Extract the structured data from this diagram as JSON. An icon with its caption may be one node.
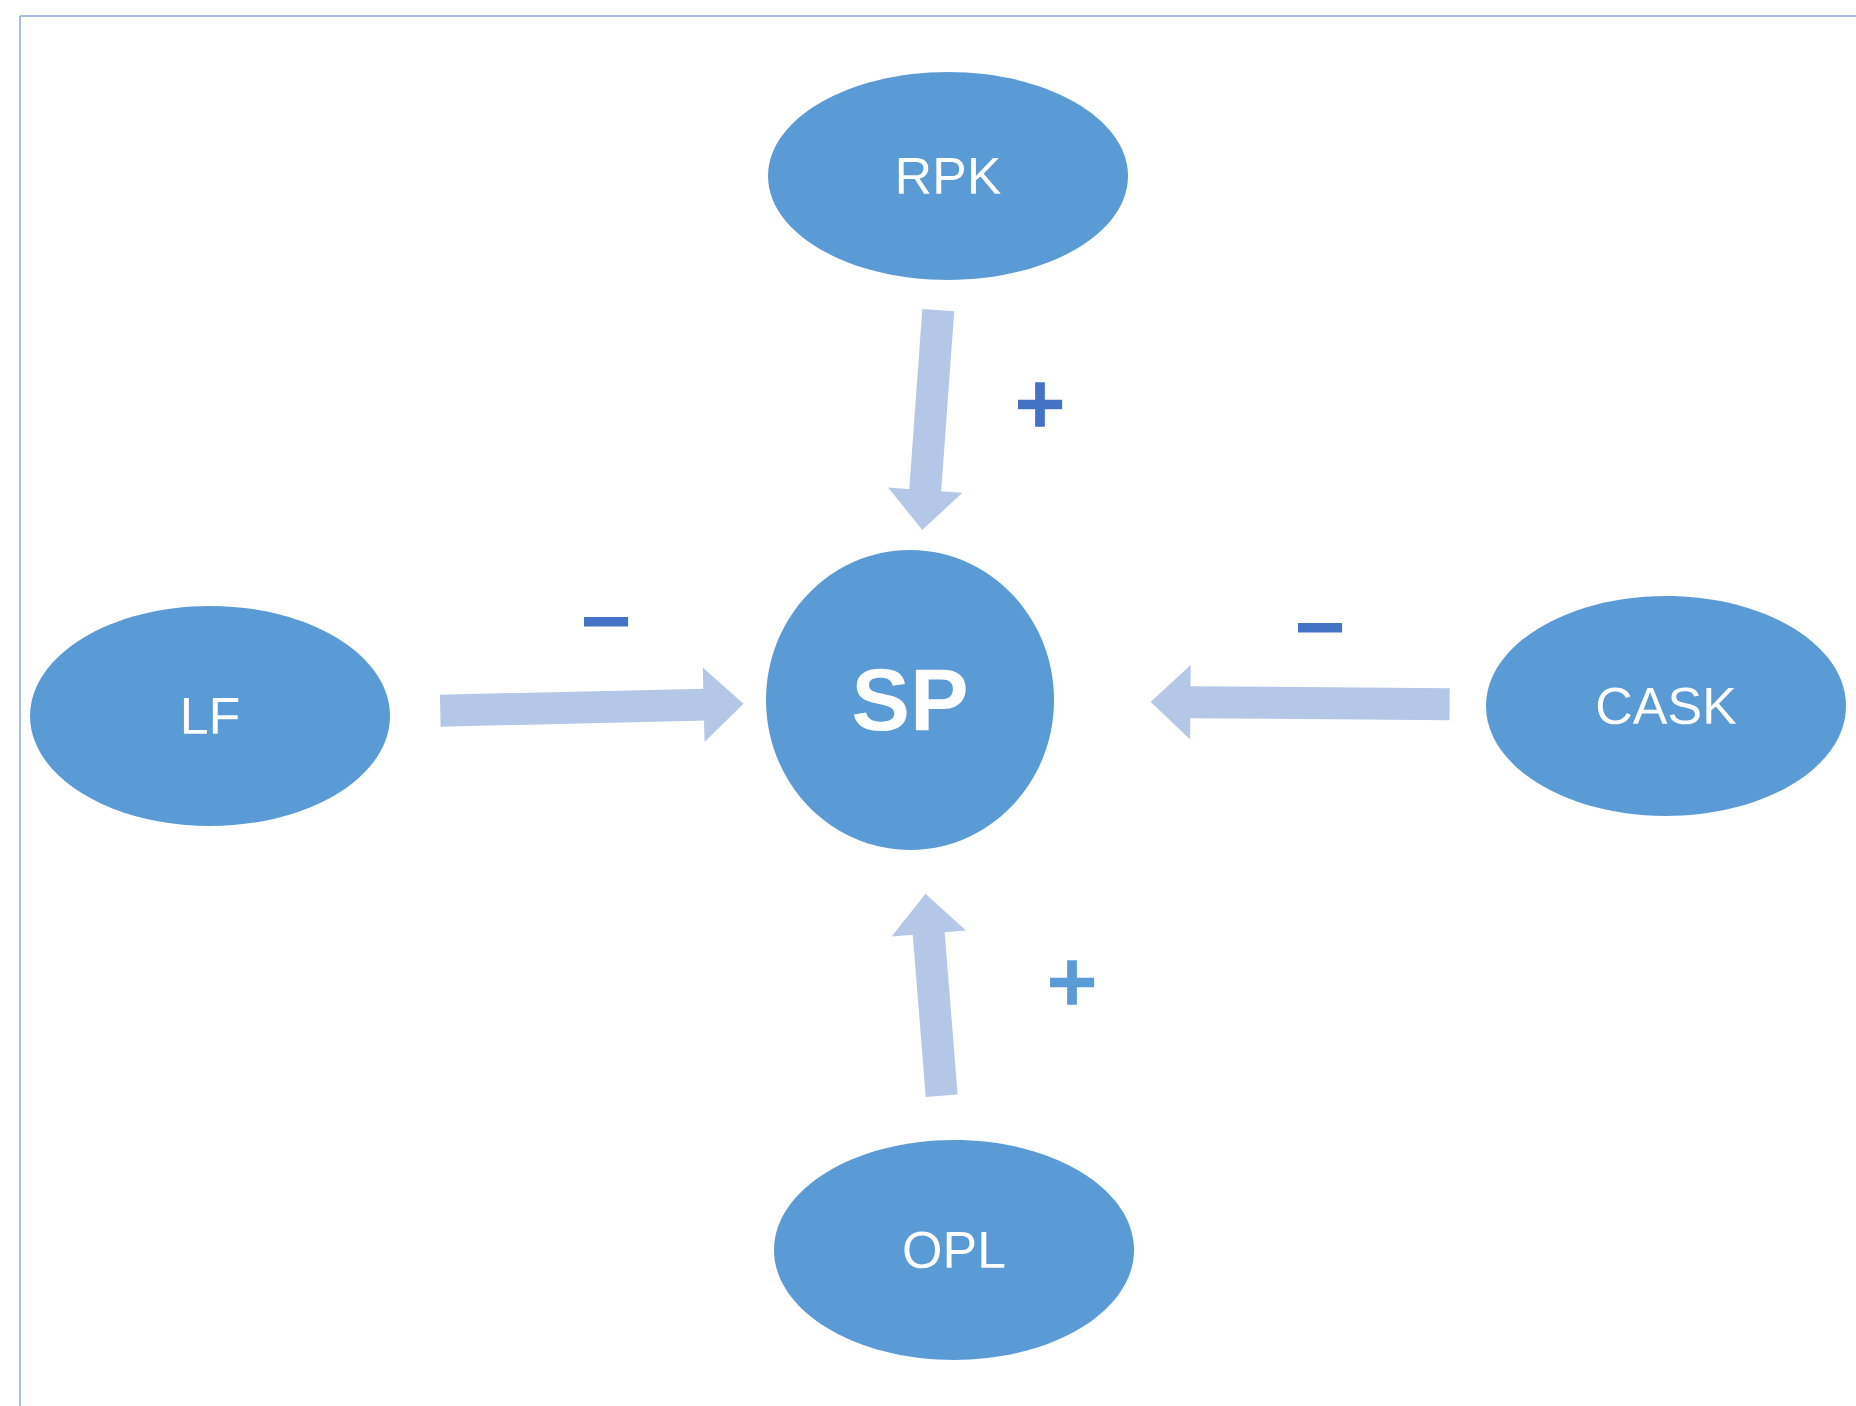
{
  "diagram": {
    "nodes": [
      {
        "text": [
          "RPK"
        ]
      },
      {
        "text": [
          "LF"
        ]
      },
      {
        "text": [
          "SP"
        ]
      },
      {
        "text": [
          "CASK"
        ]
      },
      {
        "text": [
          "OPL"
        ]
      }
    ],
    "edges": [
      {
        "from": 0,
        "to": 2,
        "arrow": "to",
        "label": "+"
      },
      {
        "from": 1,
        "to": 2,
        "arrow": "to",
        "label": "−"
      },
      {
        "from": 3,
        "to": 2,
        "arrow": "to",
        "label": "−"
      },
      {
        "from": 4,
        "to": 2,
        "arrow": "to",
        "label": "+"
      }
    ]
  }
}
